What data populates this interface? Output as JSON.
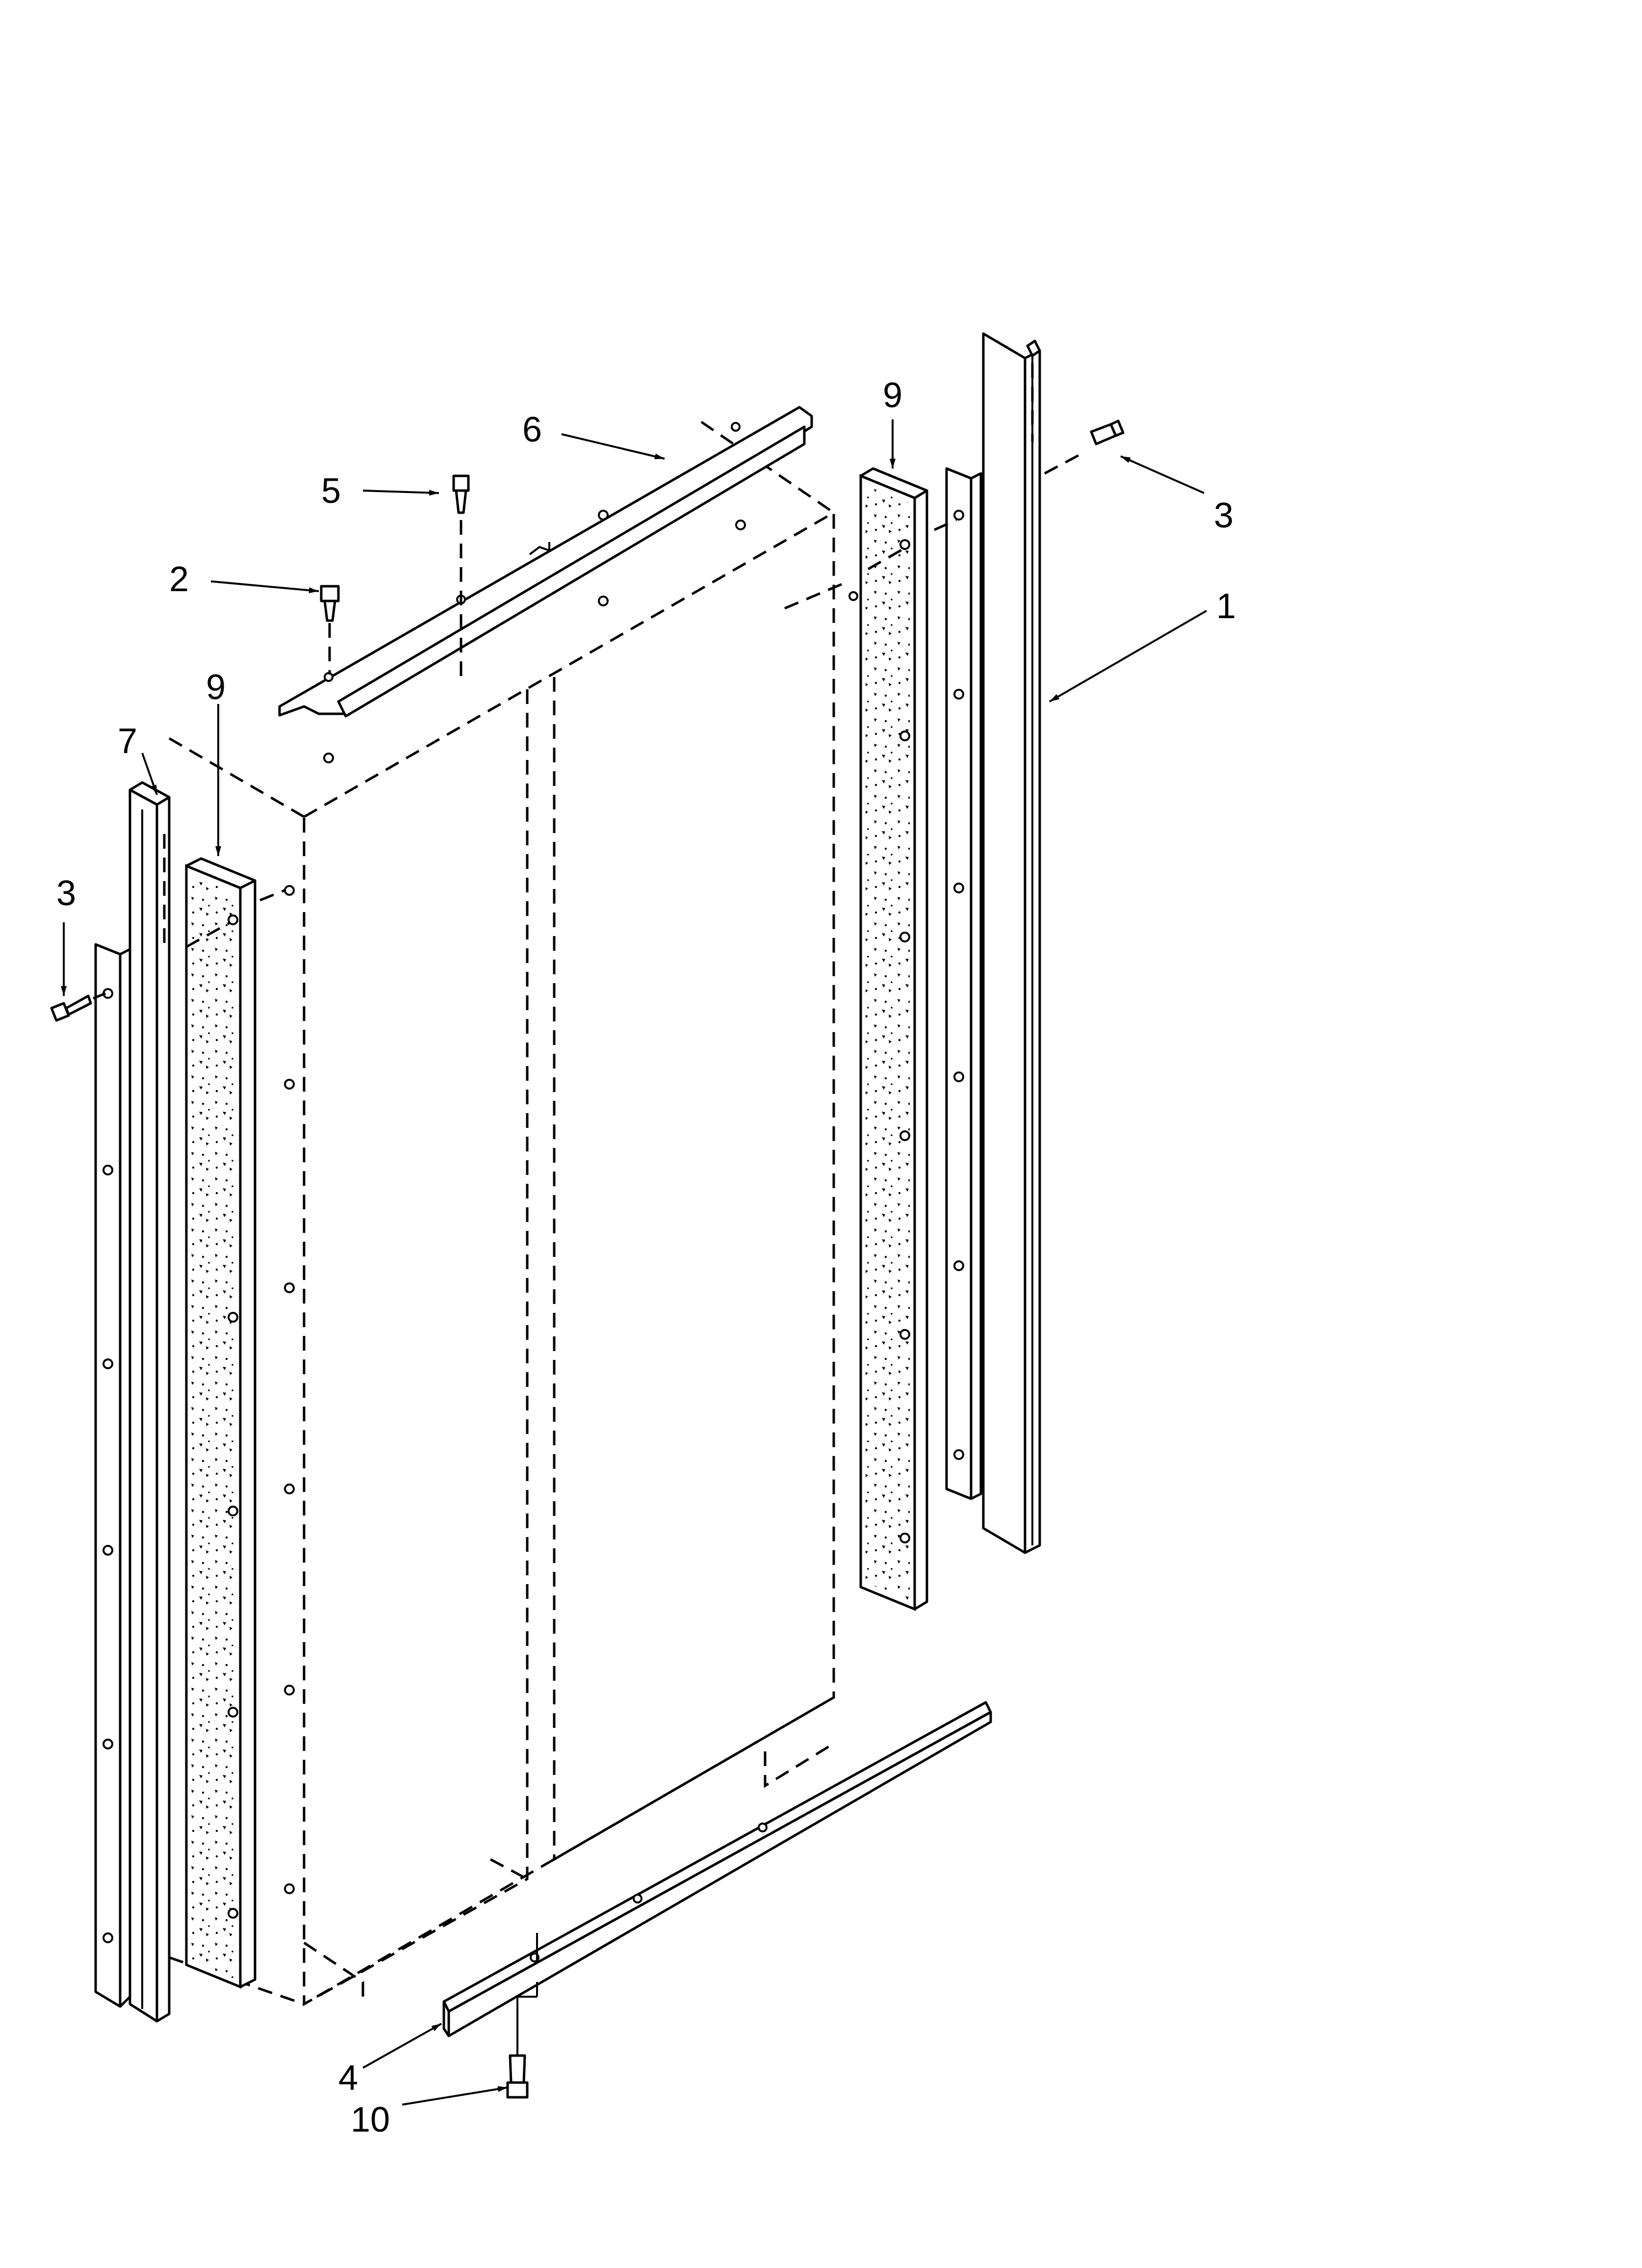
{
  "diagram": {
    "style": "exploded parts diagram",
    "colors": {
      "line": "#000000",
      "background": "#ffffff"
    },
    "callouts": [
      {
        "id": "c1",
        "label": "1"
      },
      {
        "id": "c2",
        "label": "2"
      },
      {
        "id": "c3a",
        "label": "3"
      },
      {
        "id": "c3b",
        "label": "3"
      },
      {
        "id": "c4",
        "label": "4"
      },
      {
        "id": "c5",
        "label": "5"
      },
      {
        "id": "c6",
        "label": "6"
      },
      {
        "id": "c7",
        "label": "7"
      },
      {
        "id": "c9a",
        "label": "9"
      },
      {
        "id": "c9b",
        "label": "9"
      },
      {
        "id": "c10",
        "label": "10"
      }
    ]
  }
}
